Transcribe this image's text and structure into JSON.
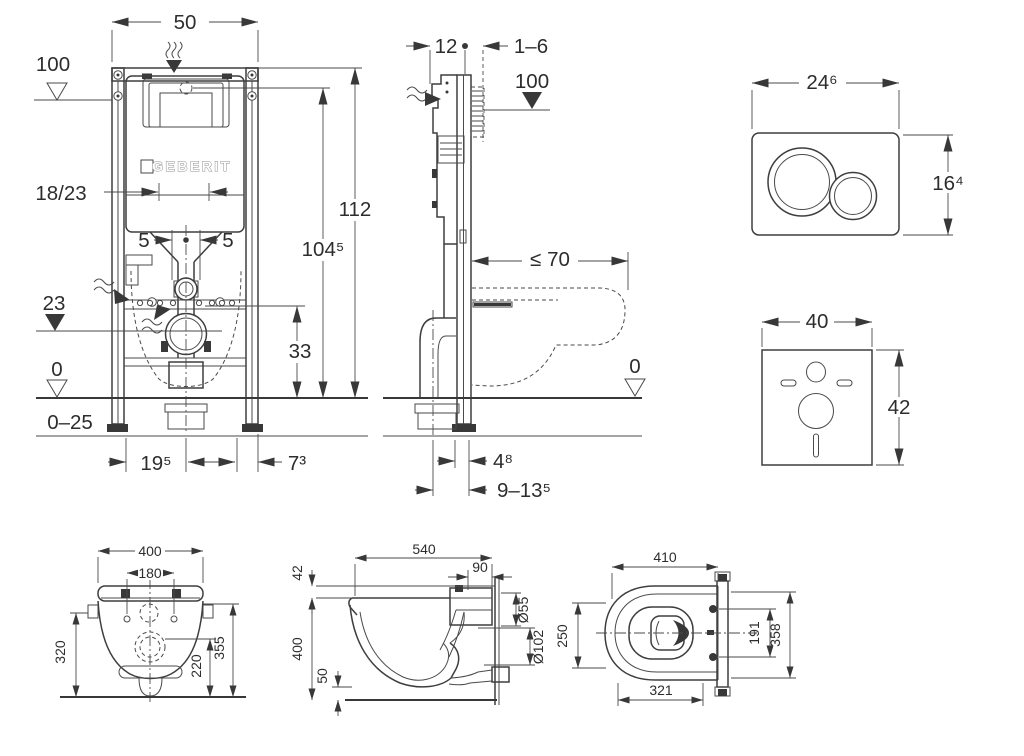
{
  "views": {
    "front": {
      "brand": "GEBERIT",
      "width": "50",
      "supply_level": "100",
      "flush_bend_depth": "18/23",
      "offset_left": "5",
      "offset_right": "5",
      "total_height": "112",
      "cistern_top_height": "104⁵",
      "outlet_height": "23",
      "fixing_height": "33",
      "floor_level": "0",
      "floor_buildup": "0–25",
      "foot_left": "19⁵",
      "foot_right": "7³"
    },
    "side": {
      "depth": "12",
      "wall_thickness": "1–6",
      "supply_level": "100",
      "pan_depth_max": "≤ 70",
      "floor_level": "0",
      "outlet_offset": "4⁸",
      "outlet_range": "9–13⁵"
    },
    "flush_plate": {
      "width": "24⁶",
      "height": "16⁴"
    },
    "sound_insulation": {
      "width": "40",
      "height": "42"
    },
    "pan_front": {
      "width": "400",
      "bolt_spacing": "180",
      "height_left": "320",
      "bowl_height": "220",
      "height_right": "355"
    },
    "pan_side": {
      "depth": "540",
      "rear_depth": "90",
      "seat_offset": "42",
      "height": "400",
      "bottom_clearance": "50",
      "flush_pipe_dia": "Ø55",
      "outlet_dia": "Ø102"
    },
    "pan_top": {
      "width": "410",
      "bowl_width": "250",
      "bolt_spacing": "191",
      "depth_overall": "358",
      "bowl_depth": "321"
    }
  }
}
